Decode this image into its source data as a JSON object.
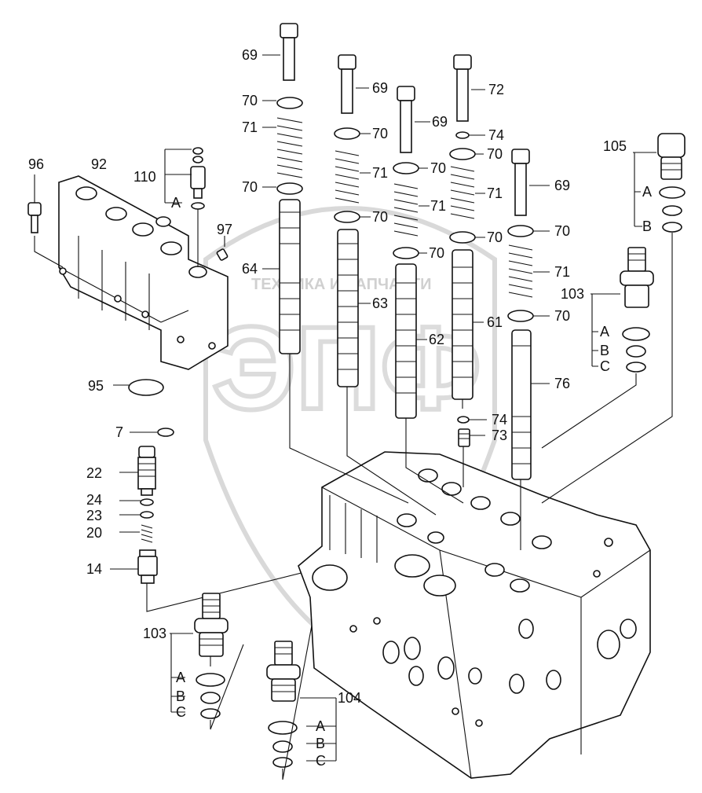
{
  "watermark": {
    "big_letters": "ЭПФ",
    "line1": "ТЕХНИКА И ЗАПЧАСТИ"
  },
  "labels": {
    "l96": "96",
    "l92": "92",
    "l110": "110",
    "l110a": "A",
    "l97": "97",
    "l95": "95",
    "l7": "7",
    "l22": "22",
    "l24": "24",
    "l23": "23",
    "l20": "20",
    "l14": "14",
    "l103L": "103",
    "l103La": "A",
    "l103Lb": "B",
    "l103Lc": "C",
    "l104": "104",
    "l104a": "A",
    "l104b": "B",
    "l104c": "C",
    "l69a": "69",
    "l70a": "70",
    "l71a": "71",
    "l70b": "70",
    "l64": "64",
    "l69b": "69",
    "l70c": "70",
    "l71b": "71",
    "l70d": "70",
    "l63": "63",
    "l69c": "69",
    "l70e": "70",
    "l71c": "71",
    "l70f": "70",
    "l62": "62",
    "l72": "72",
    "l74a": "74",
    "l70g": "70",
    "l71d": "71",
    "l70h": "70",
    "l61": "61",
    "l69d": "69",
    "l70i": "70",
    "l71e": "71",
    "l70j": "70",
    "l76": "76",
    "l74b": "74",
    "l73": "73",
    "l105": "105",
    "l105a": "A",
    "l105b": "B",
    "l103R": "103",
    "l103Ra": "A",
    "l103Rb": "B",
    "l103Rc": "C"
  }
}
